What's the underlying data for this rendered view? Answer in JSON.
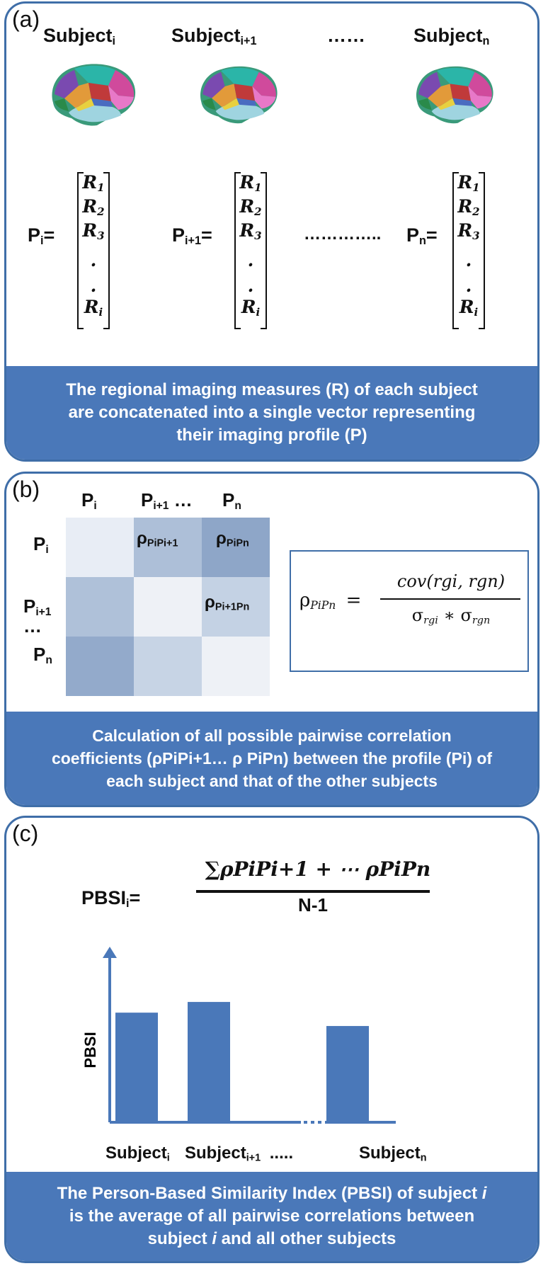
{
  "panel_a": {
    "label": "(a)",
    "subject_i": {
      "base": "Subject",
      "sub": "i"
    },
    "subject_i1": {
      "base": "Subject",
      "sub": "i+1"
    },
    "dots_top": "……",
    "subject_n": {
      "base": "Subject",
      "sub": "n"
    },
    "brain_icon": "brain-parcellation-icon",
    "vec_i_label": {
      "base": "P",
      "sub": "i",
      "eq": "="
    },
    "vec_i1_label": {
      "base": "P",
      "sub": "i+1",
      "eq": "="
    },
    "vec_n_label": {
      "base": "P",
      "sub": "n",
      "eq": "="
    },
    "vec_dots": "…………..",
    "vector_items": [
      {
        "base": "R",
        "sub": "1"
      },
      {
        "base": "R",
        "sub": "2"
      },
      {
        "base": "R",
        "sub": "3"
      },
      {
        "base": ".",
        "sub": ""
      },
      {
        "base": ".",
        "sub": ""
      },
      {
        "base": "R",
        "sub": "i"
      }
    ],
    "footer": [
      "The regional imaging measures (R) of each subject",
      "are concatenated into a single vector representing",
      "their imaging profile (P)"
    ]
  },
  "panel_b": {
    "label": "(b)",
    "col_headers": [
      {
        "base": "P",
        "sub": "i"
      },
      {
        "base": "P",
        "sub": "i+1"
      },
      {
        "base": " …",
        "sub": ""
      },
      {
        "base": "P",
        "sub": "n"
      }
    ],
    "row_headers": [
      {
        "base": "P",
        "sub": "i"
      },
      {
        "base": "P",
        "sub": "i+1"
      },
      {
        "base": "…",
        "sub": ""
      },
      {
        "base": "P",
        "sub": "n"
      }
    ],
    "cell_labels": {
      "r0c1": {
        "base": "ρ",
        "sub": "PiPi+1"
      },
      "r0c2": {
        "base": "ρ",
        "sub": "PiPn"
      },
      "r1c2": {
        "base": "ρ",
        "sub": "Pi+1Pn"
      }
    },
    "matrix_colors": [
      [
        "#e8edf5",
        "#adbfd8",
        "#8ea6c8"
      ],
      [
        "#afc1d9",
        "#eef1f6",
        "#c4d2e4"
      ],
      [
        "#93aacb",
        "#c7d4e5",
        "#eef1f6"
      ]
    ],
    "formula": {
      "lhs_base": "ρ",
      "lhs_sub": "PiPn",
      "eq": "=",
      "numerator": "cov(rgi, rgn)",
      "den_1_base": "σ",
      "den_1_sub": "rgi",
      "times": "∗",
      "den_2_base": "σ",
      "den_2_sub": "rgn"
    },
    "footer": [
      "Calculation of all possible pairwise correlation",
      "coefficients (ρPiPi+1… ρ PiPn) between the profile (Pi) of",
      "each subject and that of the other subjects"
    ]
  },
  "panel_c": {
    "label": "(c)",
    "pbsi_label": {
      "base": "PBSI",
      "sub": "i",
      "eq": "="
    },
    "formula_numerator": "∑ρPiPi+1 + ⋯ ρPiPn",
    "formula_denominator": "N-1",
    "ylabel": "PBSI",
    "bar_color": "#4a78b9",
    "x_dots": ".....",
    "footer": [
      "The Person-Based Similarity Index (PBSI) of subject i",
      "is the average of all pairwise correlations between",
      "subject i and all other subjects"
    ]
  },
  "chart_data": {
    "type": "bar",
    "categories": [
      "Subject_i",
      "Subject_i+1",
      "Subject_n"
    ],
    "values": [
      0.82,
      0.9,
      0.72
    ],
    "ylabel": "PBSI",
    "ylim": [
      0,
      1.25
    ]
  }
}
